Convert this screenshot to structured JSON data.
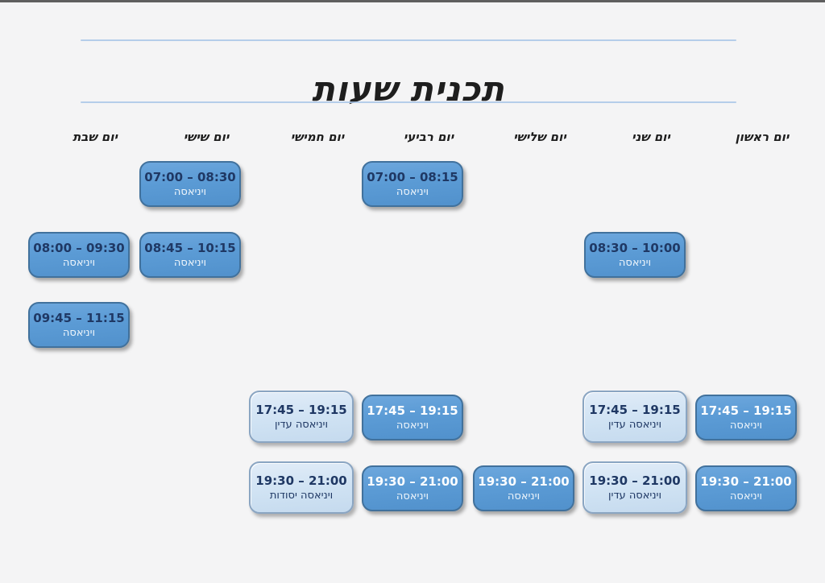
{
  "title": "תכנית שעות",
  "colors": {
    "page_bg": "#f4f4f5",
    "divider": "#a9c6e8",
    "card_blue": "#5b9bd5",
    "card_blue_border": "#41719c",
    "card_light": "#cfe2f3",
    "card_light_border": "#8aa5c2",
    "time_navy": "#1f3864"
  },
  "days": [
    {
      "key": "sunday",
      "label": "יום ראשון",
      "events": [
        {
          "time": "17:45 – 19:15",
          "title": "ויניאסה",
          "row": 3,
          "variant": "blue",
          "time_tone": "white"
        },
        {
          "time": "19:30 – 21:00",
          "title": "ויניאסה",
          "row": 4,
          "variant": "blue",
          "time_tone": "white"
        }
      ]
    },
    {
      "key": "monday",
      "label": "יום שני",
      "events": [
        {
          "time": "08:30 – 10:00",
          "title": "ויניאסה",
          "row": 1,
          "variant": "blue",
          "time_tone": "navy"
        },
        {
          "time": "17:45 – 19:15",
          "title": "ויניאסה עדין",
          "row": 3,
          "variant": "light",
          "time_tone": "navy"
        },
        {
          "time": "19:30 – 21:00",
          "title": "ויניאסה עדין",
          "row": 4,
          "variant": "light",
          "time_tone": "navy"
        }
      ]
    },
    {
      "key": "tuesday",
      "label": "יום שלישי",
      "events": [
        {
          "time": "19:30 – 21:00",
          "title": "ויניאסה",
          "row": 4,
          "variant": "blue",
          "time_tone": "white"
        }
      ]
    },
    {
      "key": "wednesday",
      "label": "יום רביעי",
      "events": [
        {
          "time": "07:00 – 08:15",
          "title": "ויניאסה",
          "row": 0,
          "variant": "blue",
          "time_tone": "navy"
        },
        {
          "time": "17:45 – 19:15",
          "title": "ויניאסה",
          "row": 3,
          "variant": "blue",
          "time_tone": "white"
        },
        {
          "time": "19:30 – 21:00",
          "title": "ויניאסה",
          "row": 4,
          "variant": "blue",
          "time_tone": "white"
        }
      ]
    },
    {
      "key": "thursday",
      "label": "יום חמישי",
      "events": [
        {
          "time": "17:45 – 19:15",
          "title": "ויניאסה עדין",
          "row": 3,
          "variant": "light",
          "time_tone": "navy"
        },
        {
          "time": "19:30 – 21:00",
          "title": "ויניאסה יסודות",
          "row": 4,
          "variant": "light",
          "time_tone": "navy"
        }
      ]
    },
    {
      "key": "friday",
      "label": "יום שישי",
      "events": [
        {
          "time": "07:00 – 08:30",
          "title": "ויניאסה",
          "row": 0,
          "variant": "blue",
          "time_tone": "navy"
        },
        {
          "time": "08:45 – 10:15",
          "title": "ויניאסה",
          "row": 1,
          "variant": "blue",
          "time_tone": "navy"
        }
      ]
    },
    {
      "key": "saturday",
      "label": "יום שבת",
      "events": [
        {
          "time": "08:00 – 09:30",
          "title": "ויניאסה",
          "row": 1,
          "variant": "blue",
          "time_tone": "navy"
        },
        {
          "time": "09:45 – 11:15",
          "title": "ויניאסה",
          "row": 2,
          "variant": "blue",
          "time_tone": "navy"
        }
      ]
    }
  ]
}
